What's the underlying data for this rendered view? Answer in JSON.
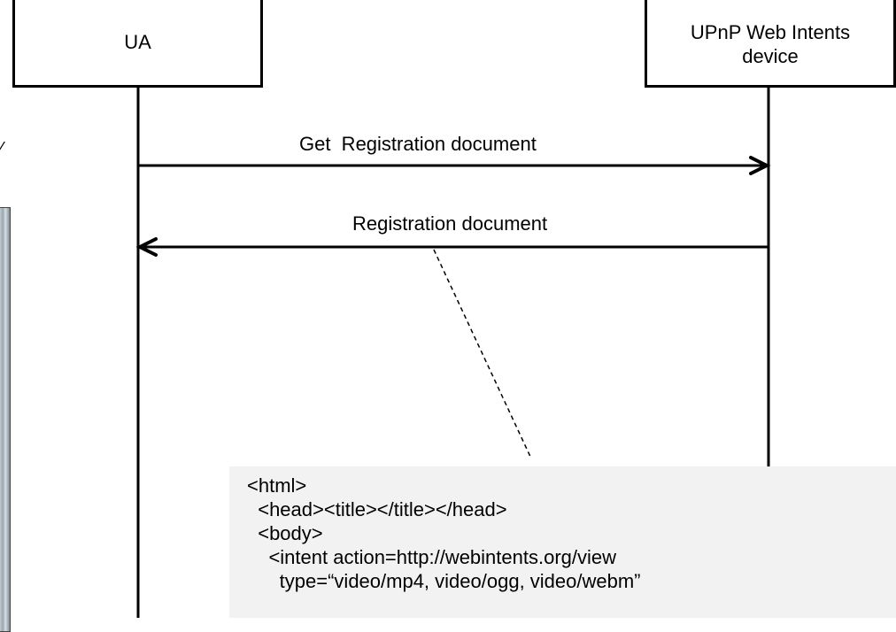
{
  "lifelines": {
    "ua": {
      "label": "UA"
    },
    "device": {
      "label_line1": "UPnP Web Intents",
      "label_line2": "device"
    }
  },
  "messages": [
    {
      "label": "Get  Registration document",
      "direction": "UA → UPnP Web Intents device"
    },
    {
      "label": "Registration document",
      "direction": "UPnP Web Intents device → UA"
    }
  ],
  "code_lines": [
    "<html>",
    "  <head><title></title></head>",
    "  <body>",
    "    <intent action=http://webintents.org/view",
    "      type=“video/mp4, video/ogg, video/webm”"
  ],
  "colors": {
    "line": "#000000",
    "code_background": "#f2f2f2",
    "background": "#ffffff"
  }
}
